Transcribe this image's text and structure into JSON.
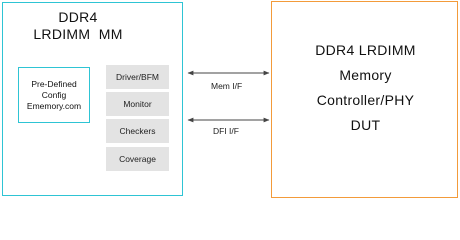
{
  "vip": {
    "title_lines": [
      "DDR4",
      "LRDIMM  MM"
    ],
    "config": [
      "Pre-Defined",
      "Config",
      "Ememory.com"
    ],
    "components": [
      "Driver/BFM",
      "Monitor",
      "Checkers",
      "Coverage"
    ]
  },
  "interfaces": {
    "mem": "Mem I/F",
    "dfi": "DFI I/F"
  },
  "dut": {
    "lines": [
      "DDR4 LRDIMM",
      "Memory",
      "Controller/PHY",
      "DUT"
    ]
  },
  "colors": {
    "vip_border": "#2ec4d4",
    "dut_border": "#f39b3a",
    "component_fill": "#e3e3e3",
    "arrow": "#444444"
  }
}
